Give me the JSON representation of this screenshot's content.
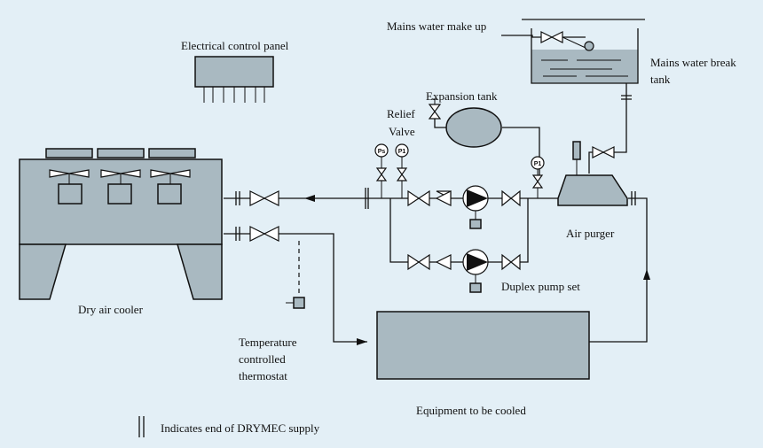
{
  "labels": {
    "control_panel": "Electrical control panel",
    "mains_makeup": "Mains water make up",
    "break_tank_1": "Mains water break",
    "break_tank_2": "tank",
    "expansion_tank": "Expansion tank",
    "relief_1": "Relief",
    "relief_2": "Valve",
    "air_purger": "Air purger",
    "duplex_pump": "Duplex pump set",
    "dry_air_cooler": "Dry air cooler",
    "thermostat_1": "Temperature",
    "thermostat_2": "controlled",
    "thermostat_3": "thermostat",
    "equipment": "Equipment to be cooled",
    "legend": "Indicates end of DRYMEC supply"
  },
  "gauges": {
    "ps": "Ps",
    "p1_left": "P1",
    "p1_right": "P1"
  },
  "colors": {
    "background": "#e3eff6",
    "equipment_fill": "#a9b9c1",
    "water": "#a9b9c1",
    "line": "#111111"
  }
}
